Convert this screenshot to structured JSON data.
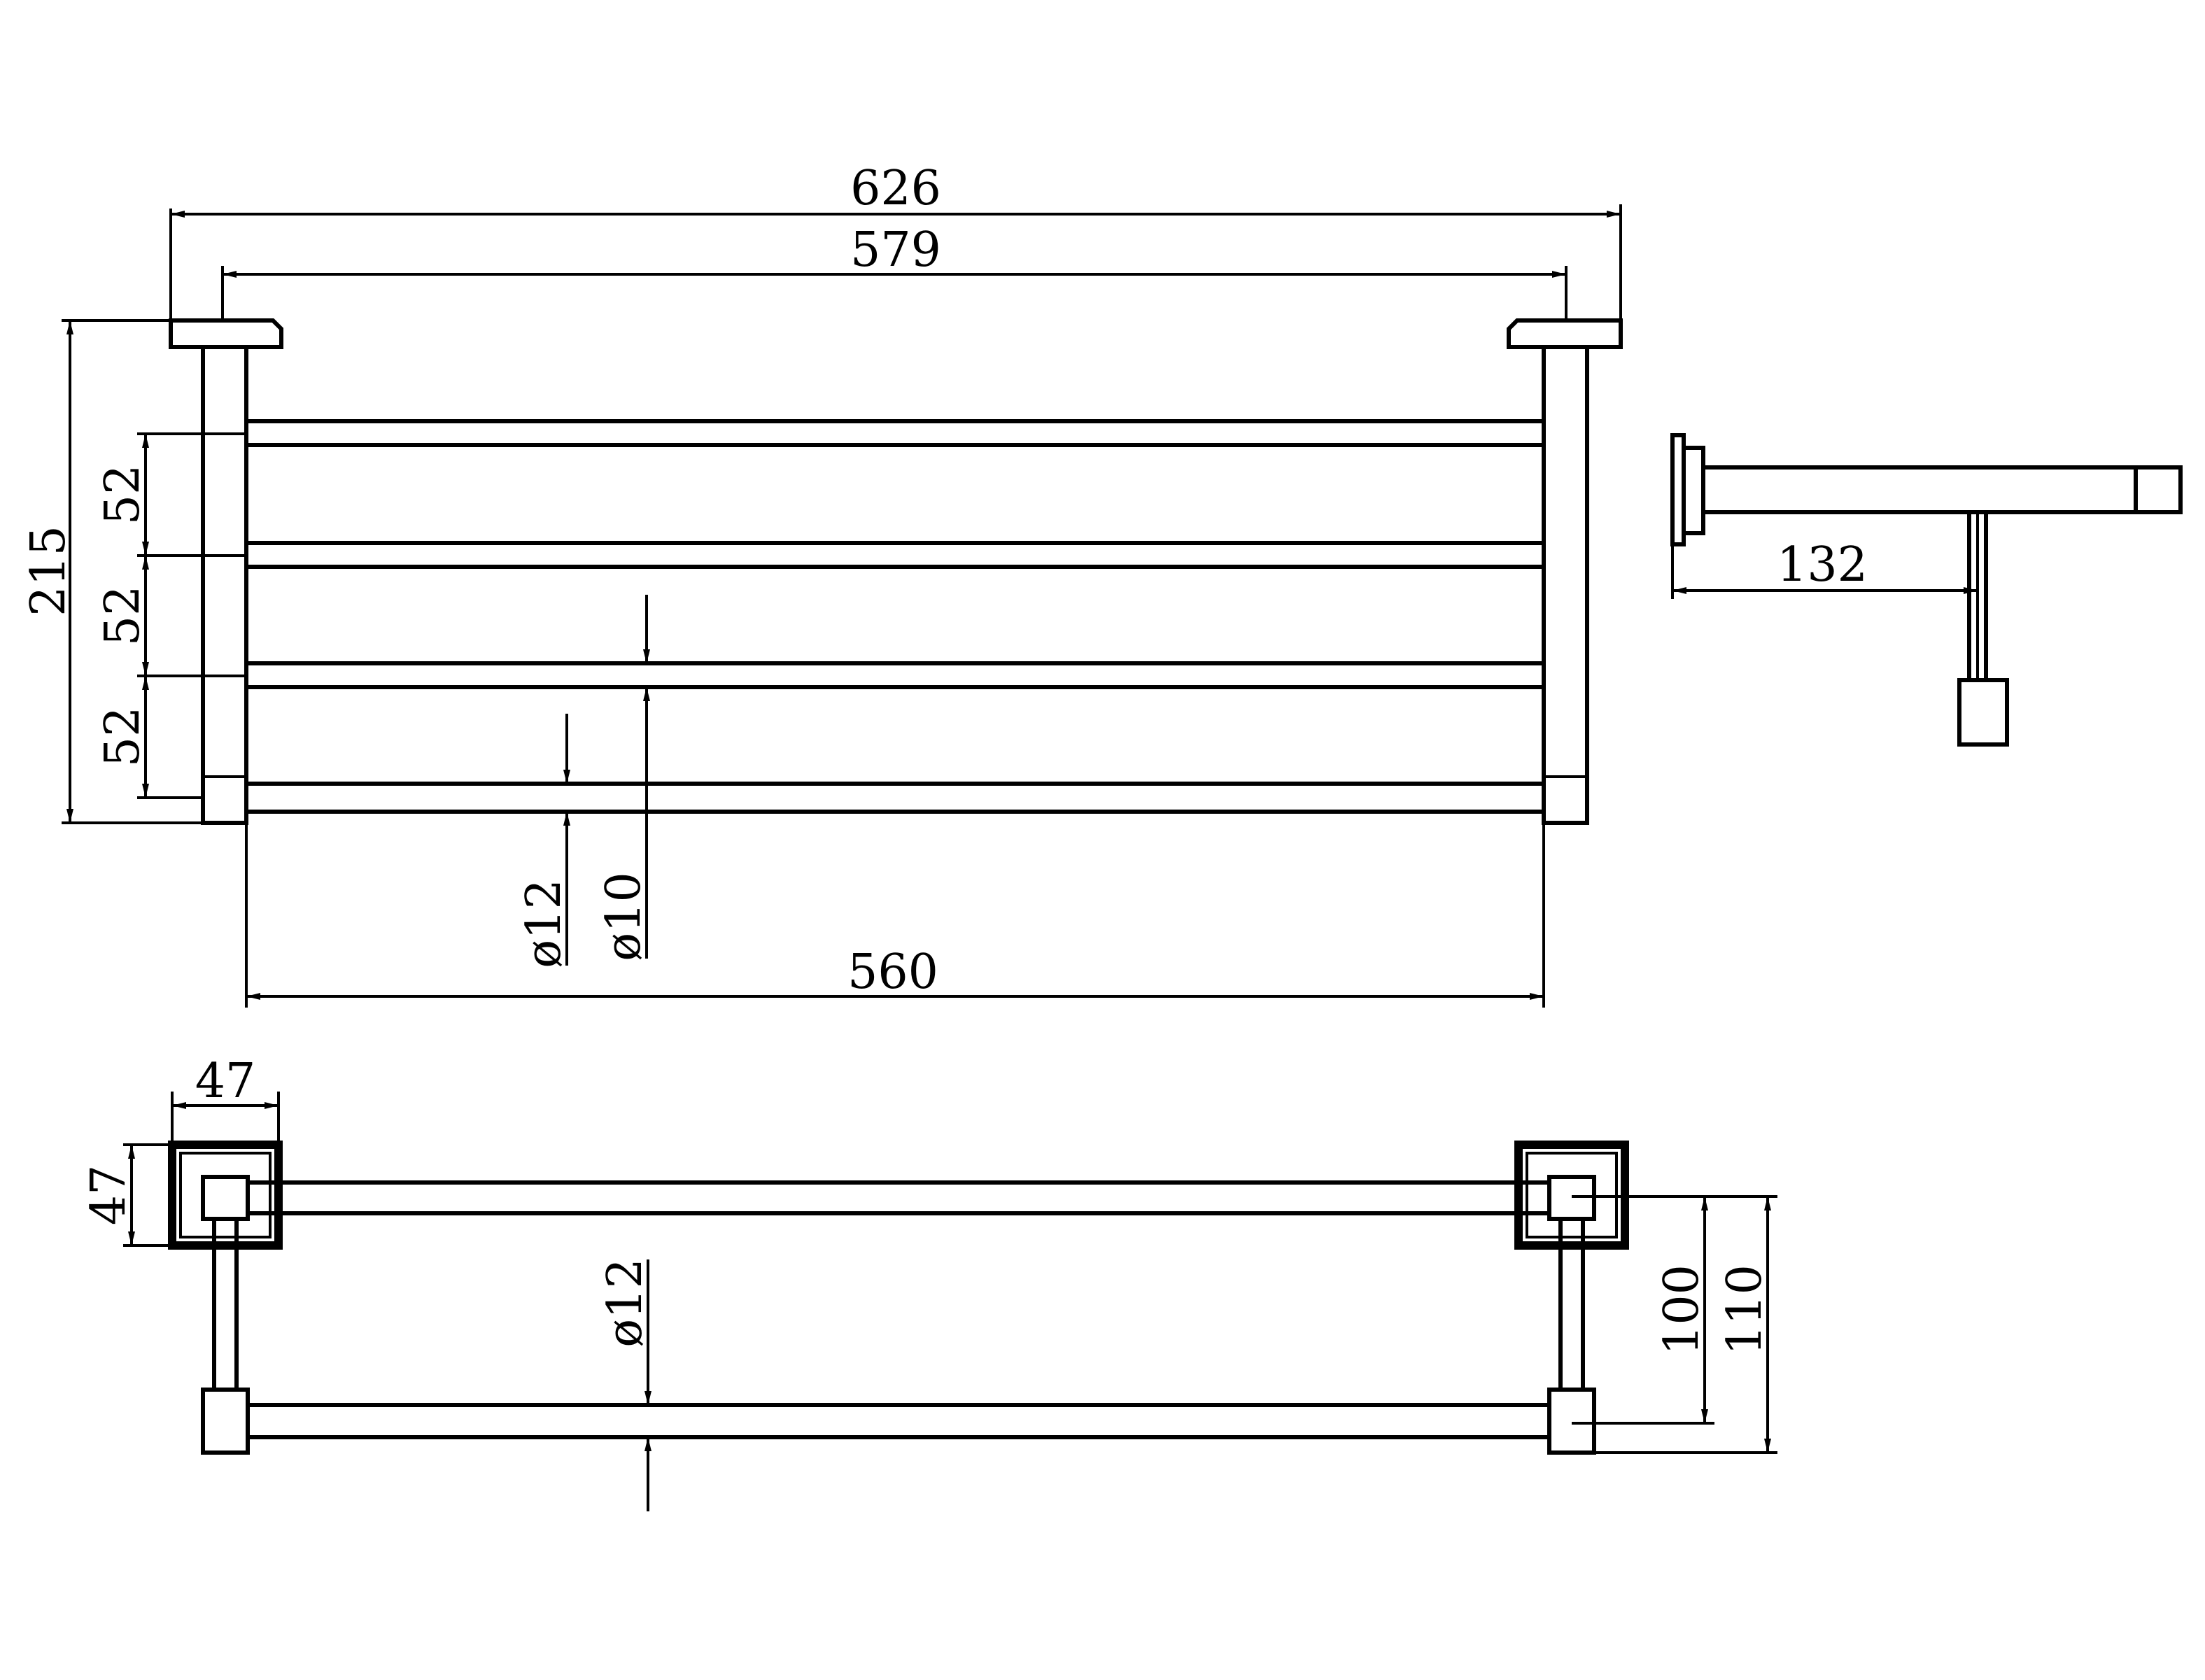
{
  "front_view": {
    "dims": {
      "overall_width": "626",
      "mount_spacing": "579",
      "height": "215",
      "rail_pitch_1": "52",
      "rail_pitch_2": "52",
      "rail_pitch_3": "52",
      "rail_diameter_lower": "ø12",
      "rail_diameter_upper": "ø10",
      "inner_width": "560"
    }
  },
  "side_view": {
    "dims": {
      "depth": "132"
    }
  },
  "top_view": {
    "dims": {
      "flange_width": "47",
      "flange_height": "47",
      "rail_diameter": "ø12",
      "rail_spacing": "100",
      "overall_depth": "110"
    }
  }
}
